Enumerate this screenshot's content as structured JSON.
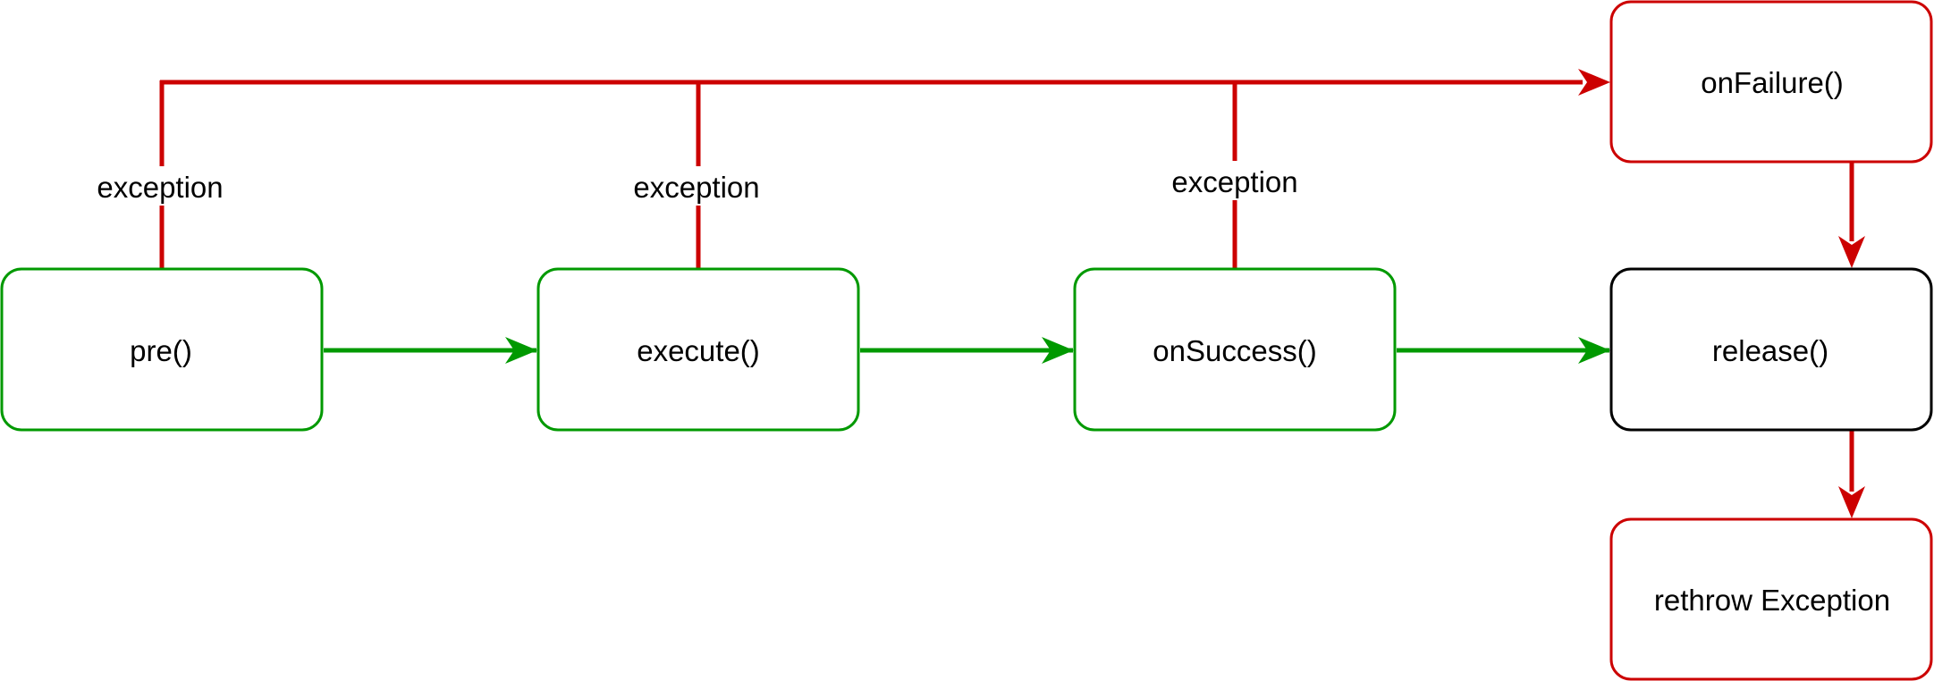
{
  "colors": {
    "success": "#009900",
    "failure": "#cc0000",
    "neutral": "#000000"
  },
  "nodes": {
    "pre": {
      "label": "pre()",
      "status": "success"
    },
    "execute": {
      "label": "execute()",
      "status": "success"
    },
    "on_success": {
      "label": "onSuccess()",
      "status": "success"
    },
    "release": {
      "label": "release()",
      "status": "neutral"
    },
    "on_failure": {
      "label": "onFailure()",
      "status": "failure"
    },
    "rethrow": {
      "label": "rethrow Exception",
      "status": "failure"
    }
  },
  "edge_labels": {
    "pre_exception": "exception",
    "execute_exception": "exception",
    "on_success_exception": "exception"
  },
  "edges": [
    {
      "from": "pre()",
      "to": "execute()",
      "color": "success"
    },
    {
      "from": "execute()",
      "to": "onSuccess()",
      "color": "success"
    },
    {
      "from": "onSuccess()",
      "to": "release()",
      "color": "success"
    },
    {
      "from": "pre()",
      "to": "onFailure()",
      "label": "exception",
      "color": "failure"
    },
    {
      "from": "execute()",
      "to": "onFailure()",
      "label": "exception",
      "color": "failure"
    },
    {
      "from": "onSuccess()",
      "to": "onFailure()",
      "label": "exception",
      "color": "failure"
    },
    {
      "from": "onFailure()",
      "to": "release()",
      "color": "failure"
    },
    {
      "from": "release()",
      "to": "rethrow Exception",
      "color": "failure"
    }
  ]
}
